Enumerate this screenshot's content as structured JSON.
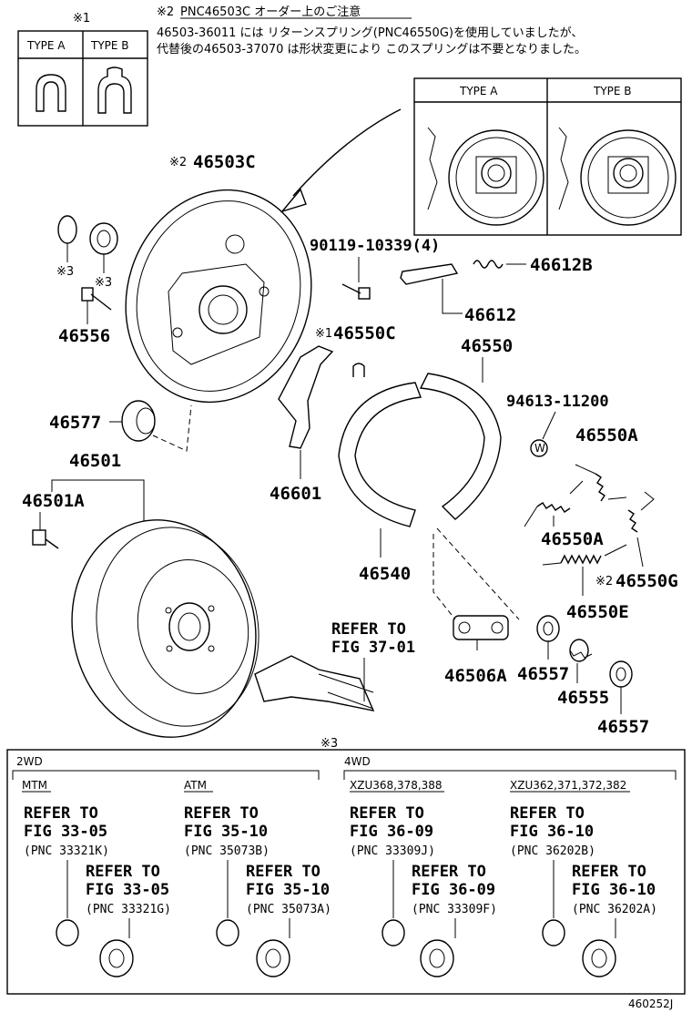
{
  "notes": {
    "mark1": "※1",
    "mark2_prefix": "※2",
    "mark2_title": "PNC46503C  オーダー上のご注意",
    "line1": "46503-36011 には リターンスプリング(PNC46550G)を使用していましたが、",
    "line2": "代替後の46503-37070 は形状変更により このスプリングは不要となりました。"
  },
  "type_box_small": {
    "type_a": "TYPE A",
    "type_b": "TYPE B"
  },
  "type_box_large": {
    "type_a": "TYPE A",
    "type_b": "TYPE B"
  },
  "labels": {
    "p46503C": "46503C",
    "p46503C_mark": "※2",
    "mark3_a": "※3",
    "mark3_b": "※3",
    "mark3_c": "※3",
    "p46556": "46556",
    "p46577": "46577",
    "p46501": "46501",
    "p46501A": "46501A",
    "bolt": "90119-10339(4)",
    "p46612B": "46612B",
    "p46612": "46612",
    "p46550C": "46550C",
    "p46550C_mark": "※1",
    "p46550": "46550",
    "p94613": "94613-11200",
    "p46601": "46601",
    "p46550A_1": "46550A",
    "p46550A_2": "46550A",
    "p46550G": "46550G",
    "p46550G_mark": "※2",
    "p46550E": "46550E",
    "p46540": "46540",
    "refer_main_1": "REFER TO",
    "refer_main_2": "FIG 37-01",
    "p46506A": "46506A",
    "p46557_1": "46557",
    "p46555": "46555",
    "p46557_2": "46557",
    "washer_w": "W"
  },
  "bottom": {
    "group_2wd": "2WD",
    "group_4wd": "4WD",
    "sub_mtm": "MTM",
    "sub_atm": "ATM",
    "sub_xzu_a": "XZU368,378,388",
    "sub_xzu_b": "XZU362,371,372,382",
    "refs": [
      {
        "l1": "REFER TO",
        "l2": "FIG 33-05",
        "l3": "(PNC 33321K)"
      },
      {
        "l1": "REFER TO",
        "l2": "FIG 33-05",
        "l3": "(PNC 33321G)"
      },
      {
        "l1": "REFER TO",
        "l2": "FIG 35-10",
        "l3": "(PNC 35073B)"
      },
      {
        "l1": "REFER TO",
        "l2": "FIG 35-10",
        "l3": "(PNC 35073A)"
      },
      {
        "l1": "REFER TO",
        "l2": "FIG 36-09",
        "l3": "(PNC 33309J)"
      },
      {
        "l1": "REFER TO",
        "l2": "FIG 36-09",
        "l3": "(PNC 33309F)"
      },
      {
        "l1": "REFER TO",
        "l2": "FIG 36-10",
        "l3": "(PNC 36202B)"
      },
      {
        "l1": "REFER TO",
        "l2": "FIG 36-10",
        "l3": "(PNC 36202A)"
      }
    ]
  },
  "figure_code": "460252J"
}
